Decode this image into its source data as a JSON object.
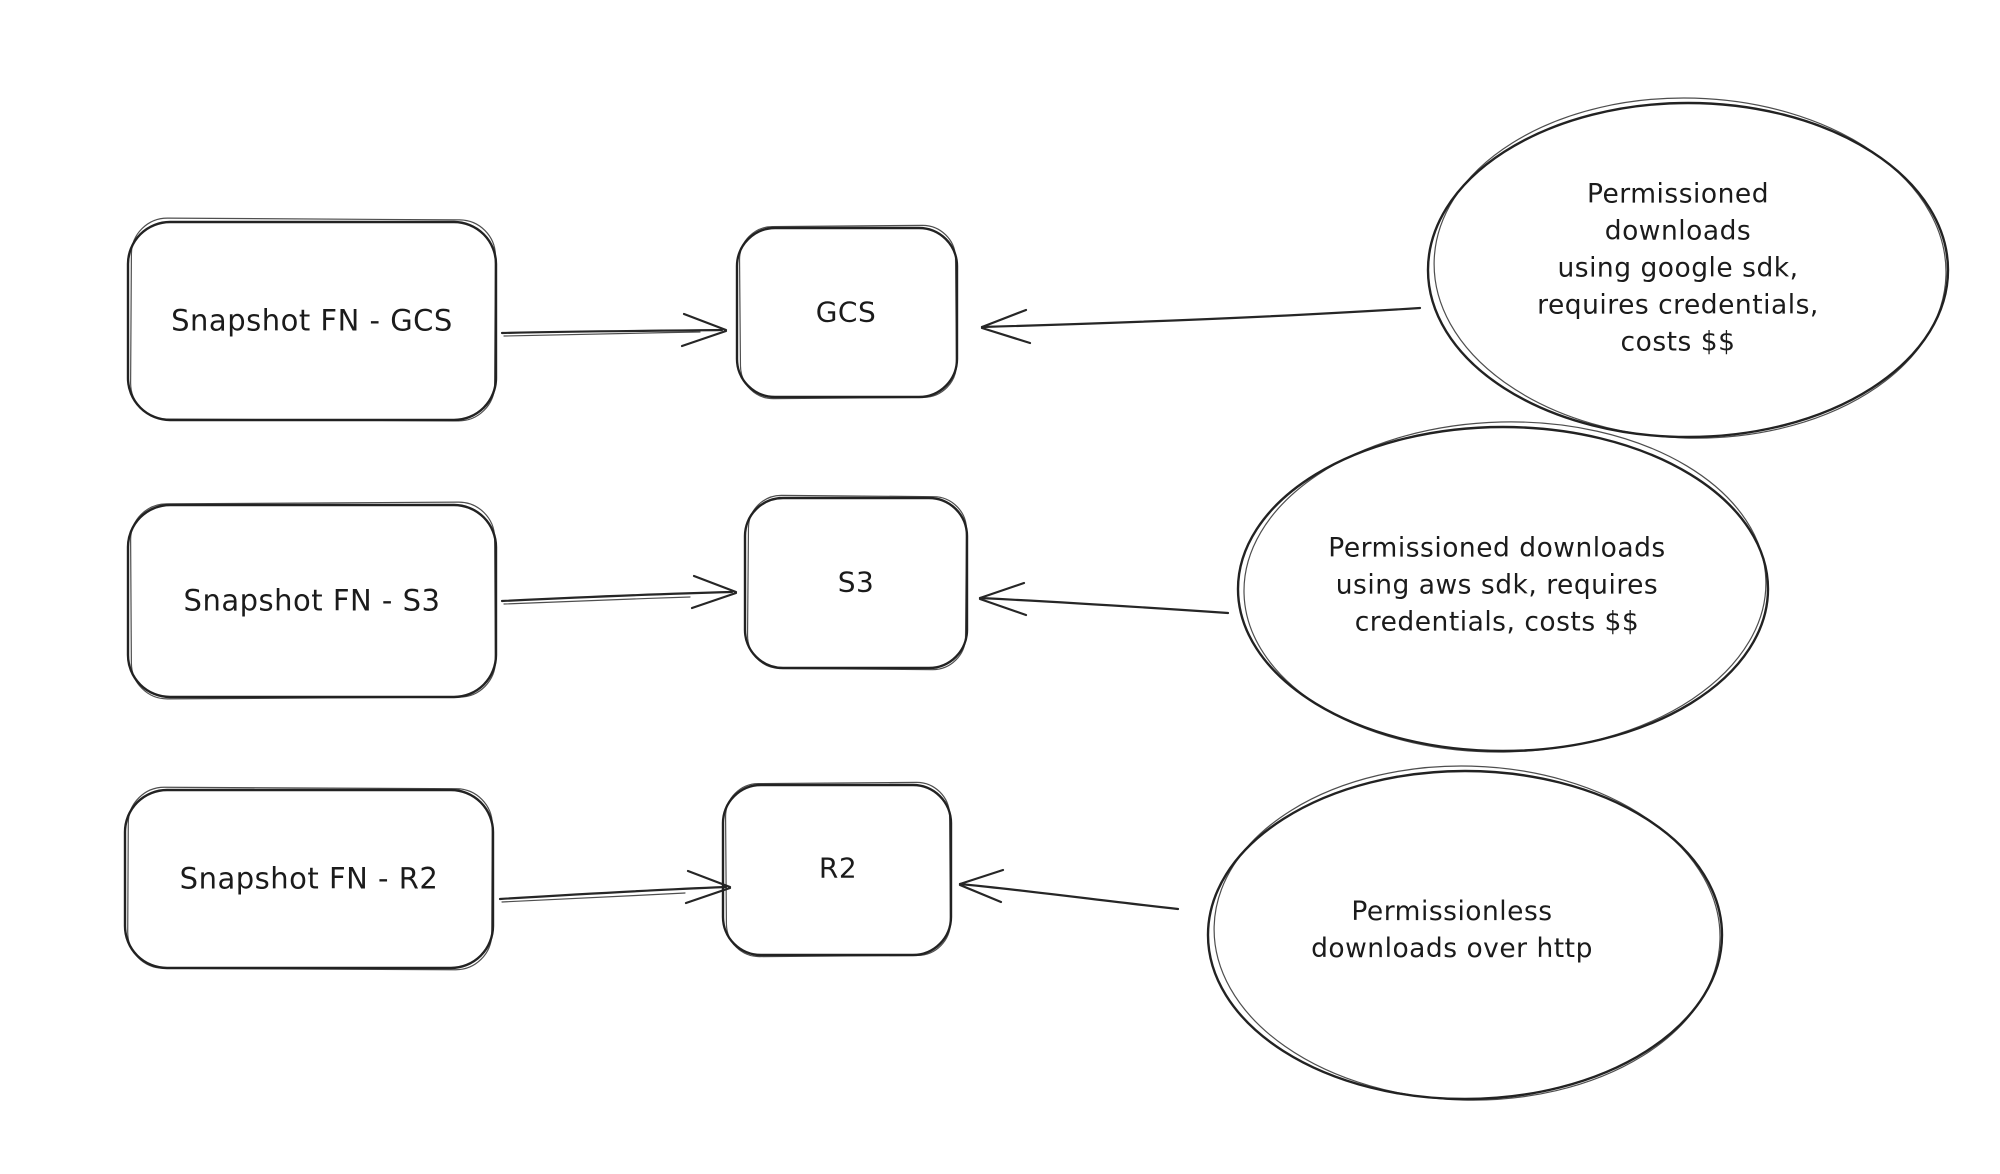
{
  "canvas": {
    "background": "#ffffff",
    "stroke_color": "#222222"
  },
  "rows": [
    {
      "source_label": "Snapshot FN - GCS",
      "target_label": "GCS",
      "note": "Permissioned downloads\nusing google sdk,\nrequires credentials,\ncosts $$"
    },
    {
      "source_label": "Snapshot FN - S3",
      "target_label": "S3",
      "note": "Permissioned downloads\nusing aws sdk, requires\ncredentials, costs $$"
    },
    {
      "source_label": "Snapshot FN - R2",
      "target_label": "R2",
      "note": "Permissionless\ndownloads over http"
    }
  ]
}
